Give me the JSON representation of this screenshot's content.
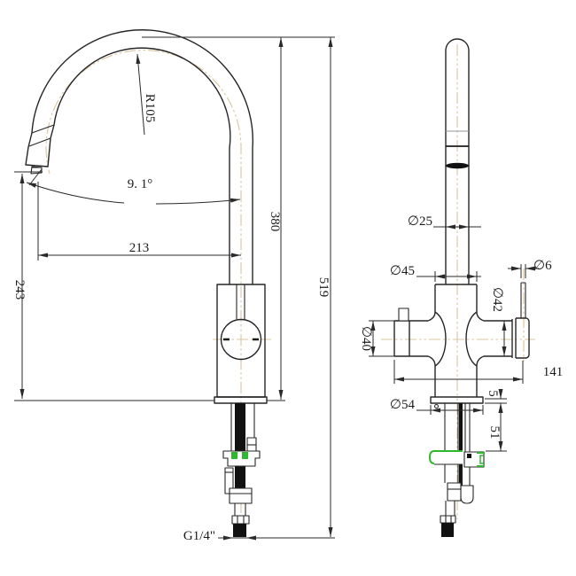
{
  "drawing": {
    "kind": "faucet-technical-drawing",
    "views": {
      "side_view": {
        "dimensions": {
          "spout_radius": "R105",
          "spout_angle": "9. 1°",
          "spout_reach": "213",
          "outlet_height": "243",
          "deck_to_top_height": "380",
          "overall_height": "519",
          "inlet_thread": "G1/4\""
        }
      },
      "front_view": {
        "dimensions": {
          "spout_tube_diameter": "∅25",
          "body_diameter": "∅45",
          "lever_rod_diameter": "∅6",
          "handle_body_diameter": "∅42",
          "side_body_diameter": "∅40",
          "overall_width": "141",
          "base_flange_diameter": "∅54",
          "base_flange_thickness": "5",
          "mounting_shank_length": "51"
        }
      }
    },
    "colors": {
      "outline": "#262626",
      "dimension": "#2a2a2a",
      "centerline": "#d8c49c",
      "seal_highlight": "#2eb82e",
      "ink": "#111111",
      "background": "#ffffff"
    }
  }
}
